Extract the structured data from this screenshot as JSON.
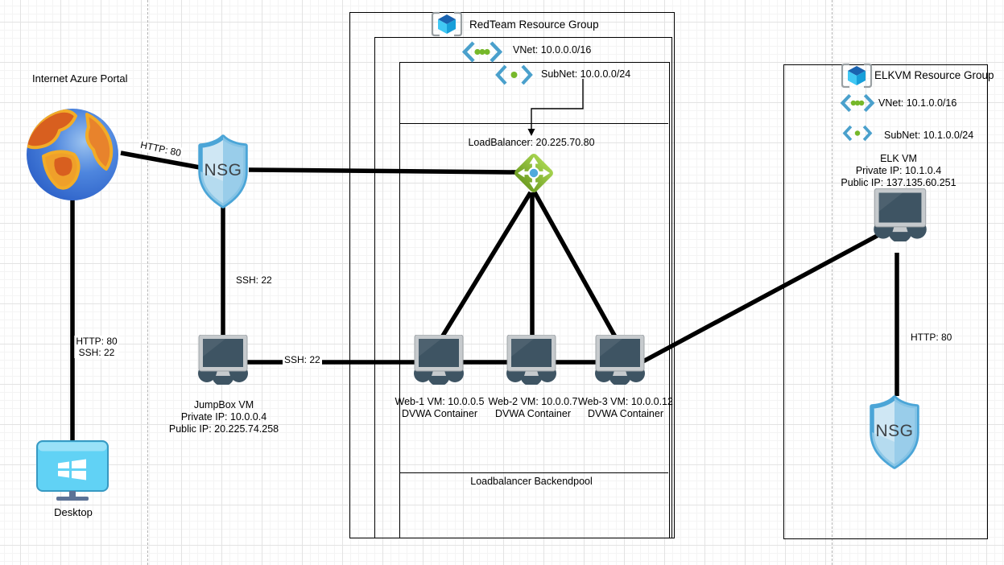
{
  "labels": {
    "internet": "Internet Azure Portal",
    "desktop": "Desktop",
    "nsg_left": "NSG",
    "nsg_right": "NSG",
    "loadbalancer": "LoadBalancer: 20.225.70.80",
    "backendpool": "Loadbalancer Backendpool"
  },
  "groups": {
    "redteam": {
      "title": "RedTeam Resource Group",
      "vnet": "VNet: 10.0.0.0/16",
      "subnet": "SubNet: 10.0.0.0/24"
    },
    "elkvm": {
      "title": "ELKVM Resource Group",
      "vnet": "VNet: 10.1.0.0/16",
      "subnet": "SubNet: 10.1.0.0/24"
    }
  },
  "vms": {
    "jumpbox": {
      "name": "JumpBox VM",
      "private_ip": "Private IP: 10.0.0.4",
      "public_ip": "Public IP: 20.225.74.258"
    },
    "web1": {
      "name": "Web-1 VM: 10.0.0.5",
      "container": "DVWA Container"
    },
    "web2": {
      "name": "Web-2 VM: 10.0.0.7",
      "container": "DVWA Container"
    },
    "web3": {
      "name": "Web-3 VM: 10.0.0.12",
      "container": "DVWA Container"
    },
    "elk": {
      "name": "ELK VM",
      "private_ip": "Private IP: 10.1.0.4",
      "public_ip": "Public IP: 137.135.60.251"
    }
  },
  "edges": {
    "internet_to_nsg": "HTTP: 80",
    "nsg_to_jumpbox": "SSH: 22",
    "jumpbox_to_webpool": "SSH: 22",
    "internet_to_desktop_http": "HTTP: 80",
    "internet_to_desktop_ssh": "SSH: 22",
    "elk_to_nsg": "HTTP: 80"
  },
  "colors": {
    "connector": "#000000",
    "nsg_border": "#4ba5d7",
    "nsg_fill_light": "#cfe7f4",
    "nsg_fill_dark": "#8fc8e8",
    "lb_green_light": "#a6d34f",
    "lb_green_dark": "#6f9e24",
    "vnet_chevron_blue": "#4aa0cc",
    "vnet_dot_green": "#76b82a",
    "vm_screen_slate": "#3e5463",
    "vm_frame_gray": "#c6cacd",
    "desktop_cyan": "#61d2f5",
    "cube_blue_top": "#1a63b0",
    "cube_blue_left": "#41c8f4",
    "cube_blue_right": "#179fd9",
    "globe_ocean": "#4e86de",
    "globe_land": "#e8832c"
  }
}
